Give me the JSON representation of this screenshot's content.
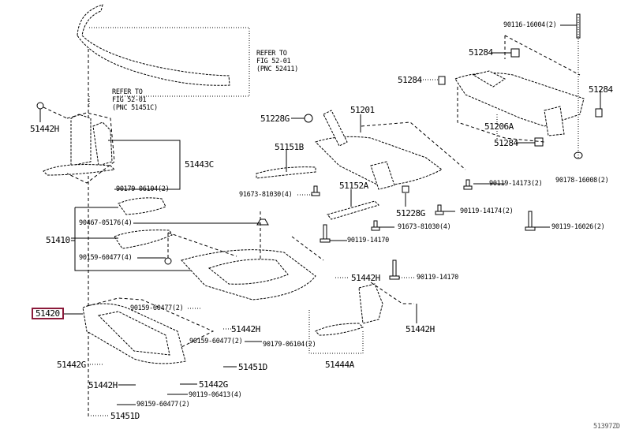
{
  "figure_id": "51397ZD",
  "highlight_color": "#8b1a3a",
  "references": [
    {
      "line1": "REFER TO",
      "line2": "FIG 52-01",
      "line3": "(PNC 52411)"
    },
    {
      "line1": "REFER TO",
      "line2": "FIG 52-01",
      "line3": "(PNC 51451C)"
    }
  ],
  "labels": {
    "p90116_16004": "90116-16004(2)",
    "p51284_a": "51284",
    "p51284_b": "51284",
    "p51284_c": "51284",
    "p51284_d": "51284",
    "p51442h_a": "51442H",
    "p51228g_a": "51228G",
    "p51201": "51201",
    "p51206a": "51206A",
    "p51443c": "51443C",
    "p51151b": "51151B",
    "p90179_06104_a": "90179-06104(2)",
    "p91673_81030_a": "91673-81030(4)",
    "p51152a": "51152A",
    "p90119_14173": "90119-14173(2)",
    "p90178_16008": "90178-16008(2)",
    "p51228g_b": "51228G",
    "p90119_14174": "90119-14174(2)",
    "p90467_05176": "90467-05176(4)",
    "p91673_81030_b": "91673-81030(4)",
    "p90119_16026": "90119-16026(2)",
    "p51410": "51410",
    "p90119_14170_a": "90119-14170",
    "p90159_60477_a": "90159-60477(4)",
    "p51442h_b": "51442H",
    "p90119_14170_b": "90119-14170",
    "p51420": "51420",
    "p90159_60477_b": "90159-60477(2)",
    "p51442h_c": "51442H",
    "p51442h_d": "51442H",
    "p90159_60477_c": "90159-60477(2)",
    "p90179_06104_b": "90179-06104(2)",
    "p51442g_a": "51442G",
    "p51451d_a": "51451D",
    "p51444a": "51444A",
    "p51442h_e": "51442H",
    "p51442g_b": "51442G",
    "p90119_06413": "90119-06413(4)",
    "p90159_60477_d": "90159-60477(2)",
    "p51451d_b": "51451D"
  }
}
